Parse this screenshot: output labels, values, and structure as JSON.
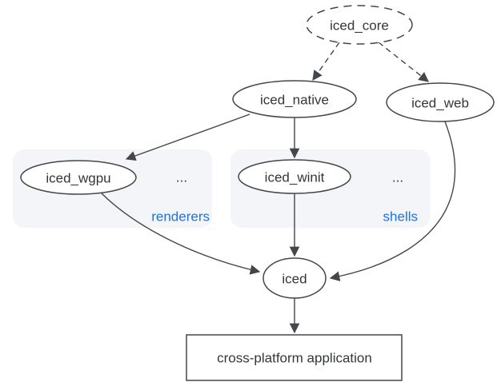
{
  "diagram": {
    "nodes": {
      "iced_core": {
        "label": "iced_core",
        "shape": "ellipse",
        "border": "dashed"
      },
      "iced_native": {
        "label": "iced_native",
        "shape": "ellipse",
        "border": "solid"
      },
      "iced_web": {
        "label": "iced_web",
        "shape": "ellipse",
        "border": "solid"
      },
      "iced_wgpu": {
        "label": "iced_wgpu",
        "shape": "ellipse",
        "border": "solid"
      },
      "iced_winit": {
        "label": "iced_winit",
        "shape": "ellipse",
        "border": "solid"
      },
      "iced": {
        "label": "iced",
        "shape": "ellipse",
        "border": "solid"
      },
      "app": {
        "label": "cross-platform application",
        "shape": "rectangle",
        "border": "solid"
      }
    },
    "groups": {
      "renderers": {
        "label": "renderers",
        "ellipsis": "..."
      },
      "shells": {
        "label": "shells",
        "ellipsis": "..."
      }
    },
    "edges": [
      {
        "from": "iced_core",
        "to": "iced_native",
        "style": "dashed"
      },
      {
        "from": "iced_core",
        "to": "iced_web",
        "style": "dashed"
      },
      {
        "from": "iced_native",
        "to": "iced_wgpu",
        "style": "solid"
      },
      {
        "from": "iced_native",
        "to": "iced_winit",
        "style": "solid"
      },
      {
        "from": "iced_wgpu",
        "to": "iced",
        "style": "solid"
      },
      {
        "from": "iced_winit",
        "to": "iced",
        "style": "solid"
      },
      {
        "from": "iced_web",
        "to": "iced",
        "style": "solid"
      },
      {
        "from": "iced",
        "to": "app",
        "style": "solid"
      }
    ],
    "colors": {
      "accent_blue": "#1a73e8",
      "line": "#43464b",
      "text": "#333639",
      "group_fill": "#f3f5f8",
      "node_fill": "#ffffff",
      "background": "#ffffff"
    }
  }
}
